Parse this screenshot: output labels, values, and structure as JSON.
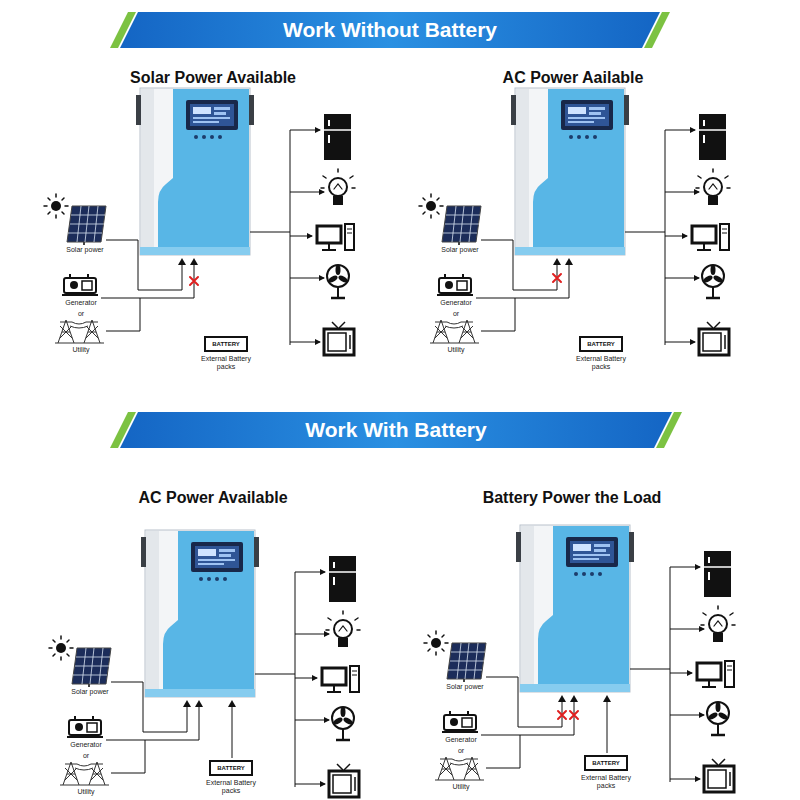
{
  "diagram": {
    "nodes": [
      {
        "text": [
          "Work Without Battery"
        ]
      },
      {
        "text": [
          "BATTERY",
          "External Battery packs"
        ]
      },
      {
        "text": [
          "BATTERY",
          "External Battery packs"
        ]
      },
      {
        "text": [
          "Work With Battery"
        ]
      },
      {
        "text": [
          "BATTERY",
          "External Battery packs"
        ]
      },
      {
        "text": [
          "BATTERY",
          "External Battery packs"
        ]
      }
    ],
    "labels": [
      "Solar Power Available",
      "AC Power Aailable",
      "Solar power",
      "Generator",
      "or",
      "Utility",
      "Solar power",
      "Generator",
      "or",
      "Utility",
      "AC Power Available",
      "Battery Power the Load",
      "Solar power",
      "Generator",
      "or",
      "Utility",
      "Solar power",
      "Generator",
      "or",
      "Utility"
    ]
  }
}
